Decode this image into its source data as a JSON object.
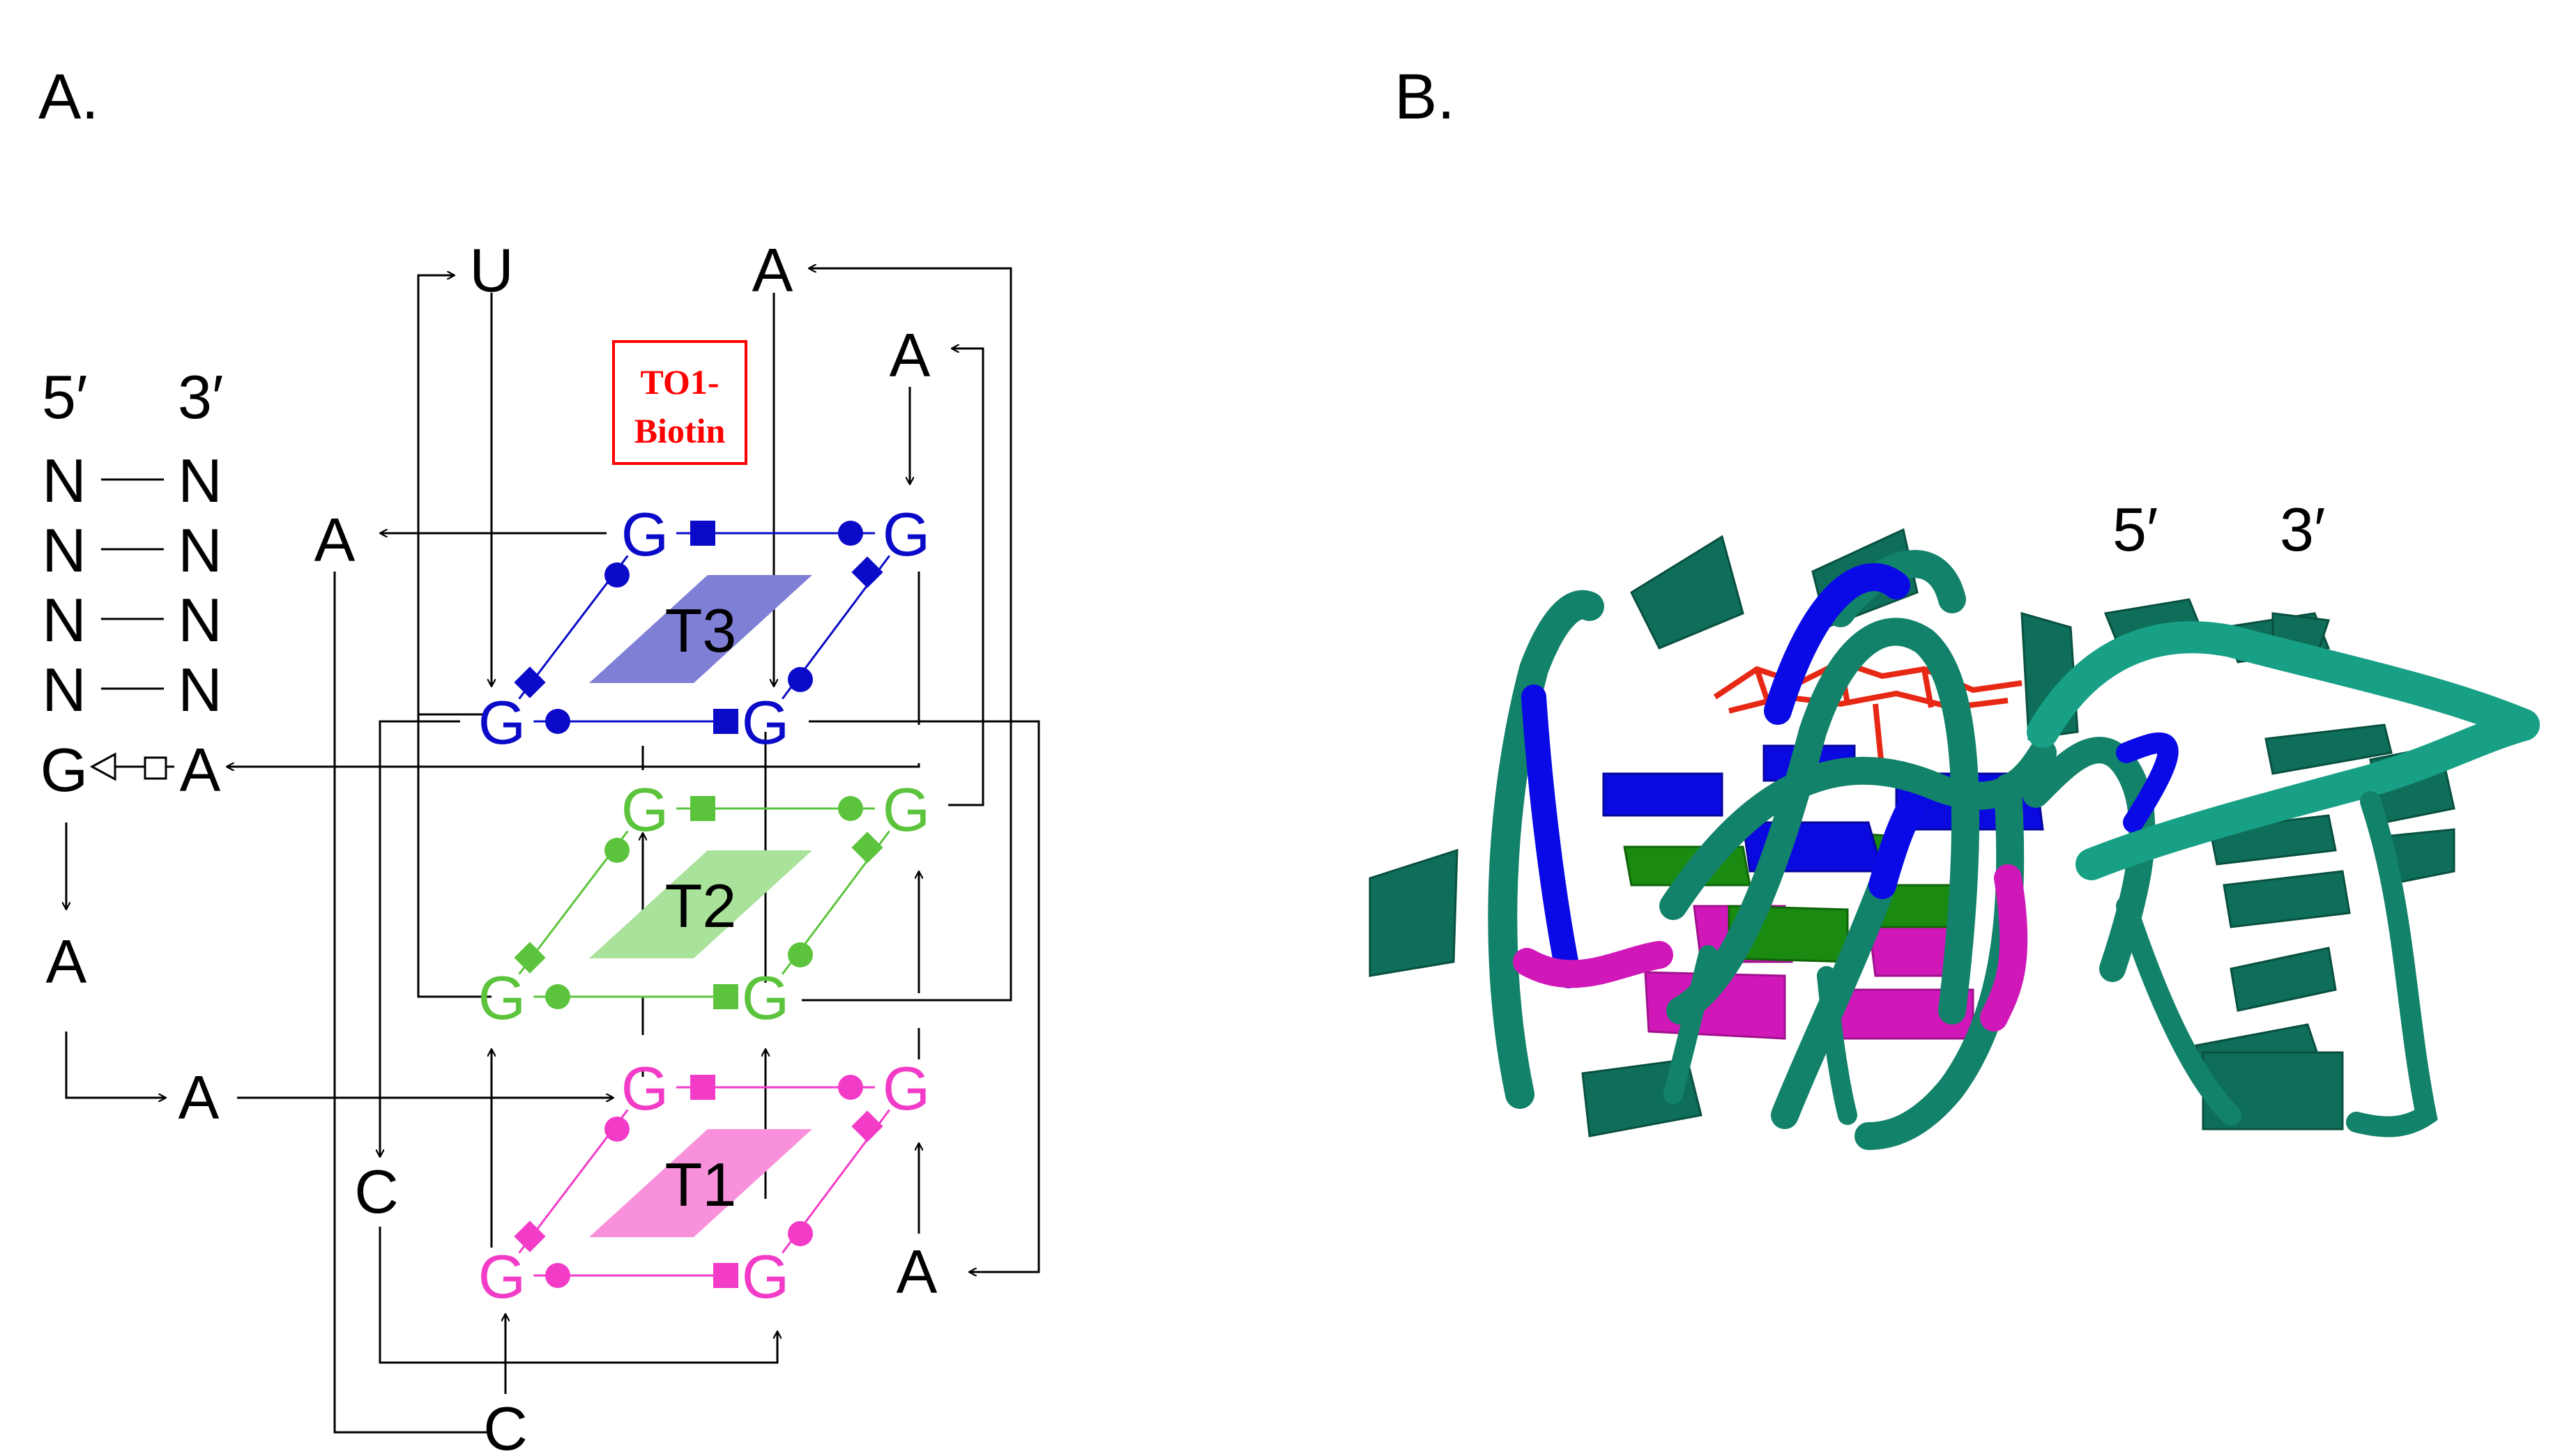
{
  "panel_a": {
    "label": "A.",
    "stem": {
      "five_prime": "5′",
      "three_prime": "3′",
      "pairs": [
        [
          "N",
          "N"
        ],
        [
          "N",
          "N"
        ],
        [
          "N",
          "N"
        ],
        [
          "N",
          "N"
        ]
      ],
      "closing_pair": [
        "G",
        "A"
      ]
    },
    "loop_nts": {
      "u_top": "U",
      "a_top": "A",
      "a_upper_right": "A",
      "a_left": "A",
      "a_stem_down": "A",
      "a_mid": "A",
      "c_left": "C",
      "a_lower_right": "A",
      "c_bottom": "C"
    },
    "ligand": {
      "label_line1": "TO1-",
      "label_line2": "Biotin",
      "color": "#ff0000"
    },
    "tetrads": [
      {
        "name": "T3",
        "label": "T3",
        "color": "#0a0ac8",
        "fill": "#7f7fd6",
        "bases": [
          "G",
          "G",
          "G",
          "G"
        ]
      },
      {
        "name": "T2",
        "label": "T2",
        "color": "#5cc43c",
        "fill": "#a9e29a",
        "bases": [
          "G",
          "G",
          "G",
          "G"
        ]
      },
      {
        "name": "T1",
        "label": "T1",
        "color": "#f23cc8",
        "fill": "#f890dc",
        "bases": [
          "G",
          "G",
          "G",
          "G"
        ]
      }
    ]
  },
  "panel_b": {
    "label": "B.",
    "five_prime": "5′",
    "three_prime": "3′",
    "colors": {
      "backbone": "#13826a",
      "tetrad_top": "#0a0ae6",
      "tetrad_mid": "#1e9a14",
      "tetrad_bottom": "#e614c8",
      "ligand": "#e62814"
    }
  }
}
